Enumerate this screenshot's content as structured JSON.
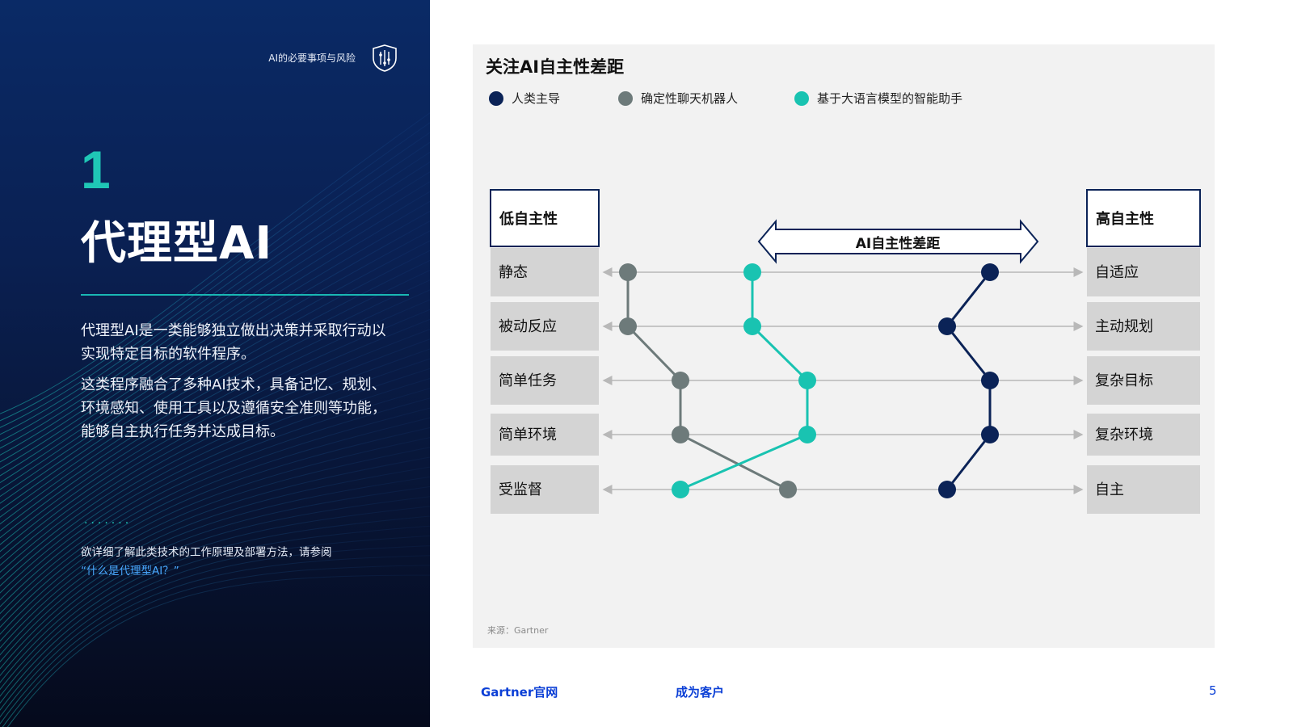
{
  "left": {
    "report_title": "AI的必要事项与风险",
    "section_number": "1",
    "section_title": "代理型AI",
    "paragraph1": "代理型AI是一类能够独立做出决策并采取行动以实现特定目标的软件程序。",
    "paragraph2": "这类程序融合了多种AI技术，具备记忆、规划、环境感知、使用工具以及遵循安全准则等功能，能够自主执行任务并达成目标。",
    "dots": "·······",
    "more_info": "欲详细了解此类技术的工作原理及部署方法，请参阅",
    "more_link": "“什么是代理型AI？”"
  },
  "figure": {
    "title": "关注AI自主性差距",
    "legend": [
      {
        "name": "人类主导",
        "color": "#0b2357"
      },
      {
        "name": "确定性聊天机器人",
        "color": "#6d7a7a"
      },
      {
        "name": "基于大语言模型的智能助手",
        "color": "#19c3b1"
      }
    ],
    "left_header": "低自主性",
    "right_header": "高自主性",
    "gap_label": "AI自主性差距",
    "left_levels": [
      "静态",
      "被动反应",
      "简单任务",
      "简单环境",
      "受监督"
    ],
    "right_levels": [
      "自适应",
      "主动规划",
      "复杂目标",
      "复杂环境",
      "自主"
    ],
    "source": "来源：Gartner"
  },
  "footer": {
    "link1": "Gartner官网",
    "link2": "成为客户",
    "page": "5"
  }
}
